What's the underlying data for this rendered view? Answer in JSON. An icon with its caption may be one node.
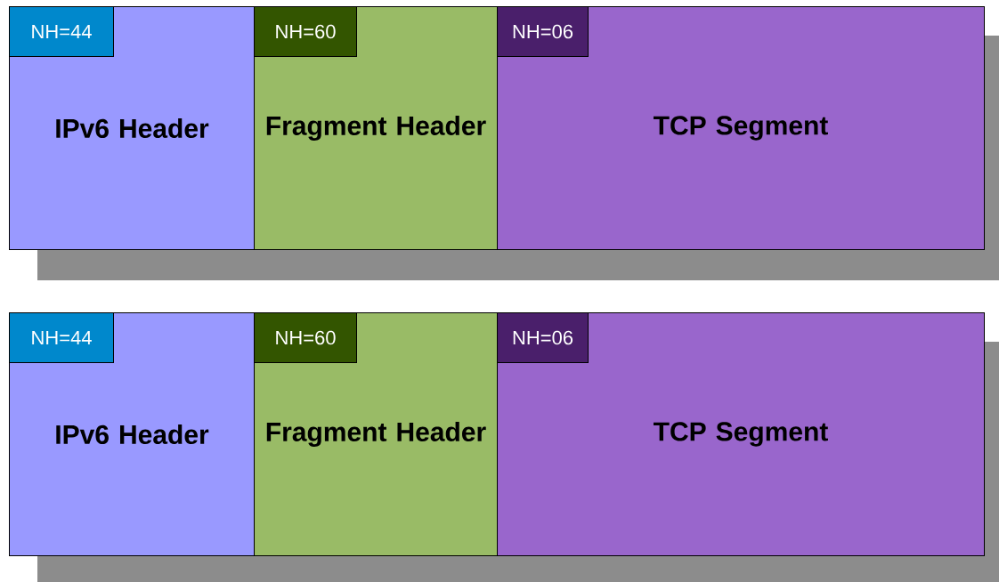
{
  "diagram": {
    "nodes": [
      {
        "text": [
          "IPv6 Header"
        ]
      },
      {
        "text": [
          "NH=44"
        ],
        "in": 0
      },
      {
        "text": [
          "Fragment Header"
        ]
      },
      {
        "text": [
          "NH=60"
        ],
        "in": 2
      },
      {
        "text": [
          "TCP Segment"
        ]
      },
      {
        "text": [
          "NH=06"
        ],
        "in": 4
      },
      {
        "text": [
          "IPv6 Header"
        ]
      },
      {
        "text": [
          "NH=44"
        ],
        "in": 6
      },
      {
        "text": [
          "Fragment Header"
        ]
      },
      {
        "text": [
          "NH=60"
        ],
        "in": 8
      },
      {
        "text": [
          "TCP Segment"
        ]
      },
      {
        "text": [
          "NH=06"
        ],
        "in": 10
      }
    ]
  }
}
